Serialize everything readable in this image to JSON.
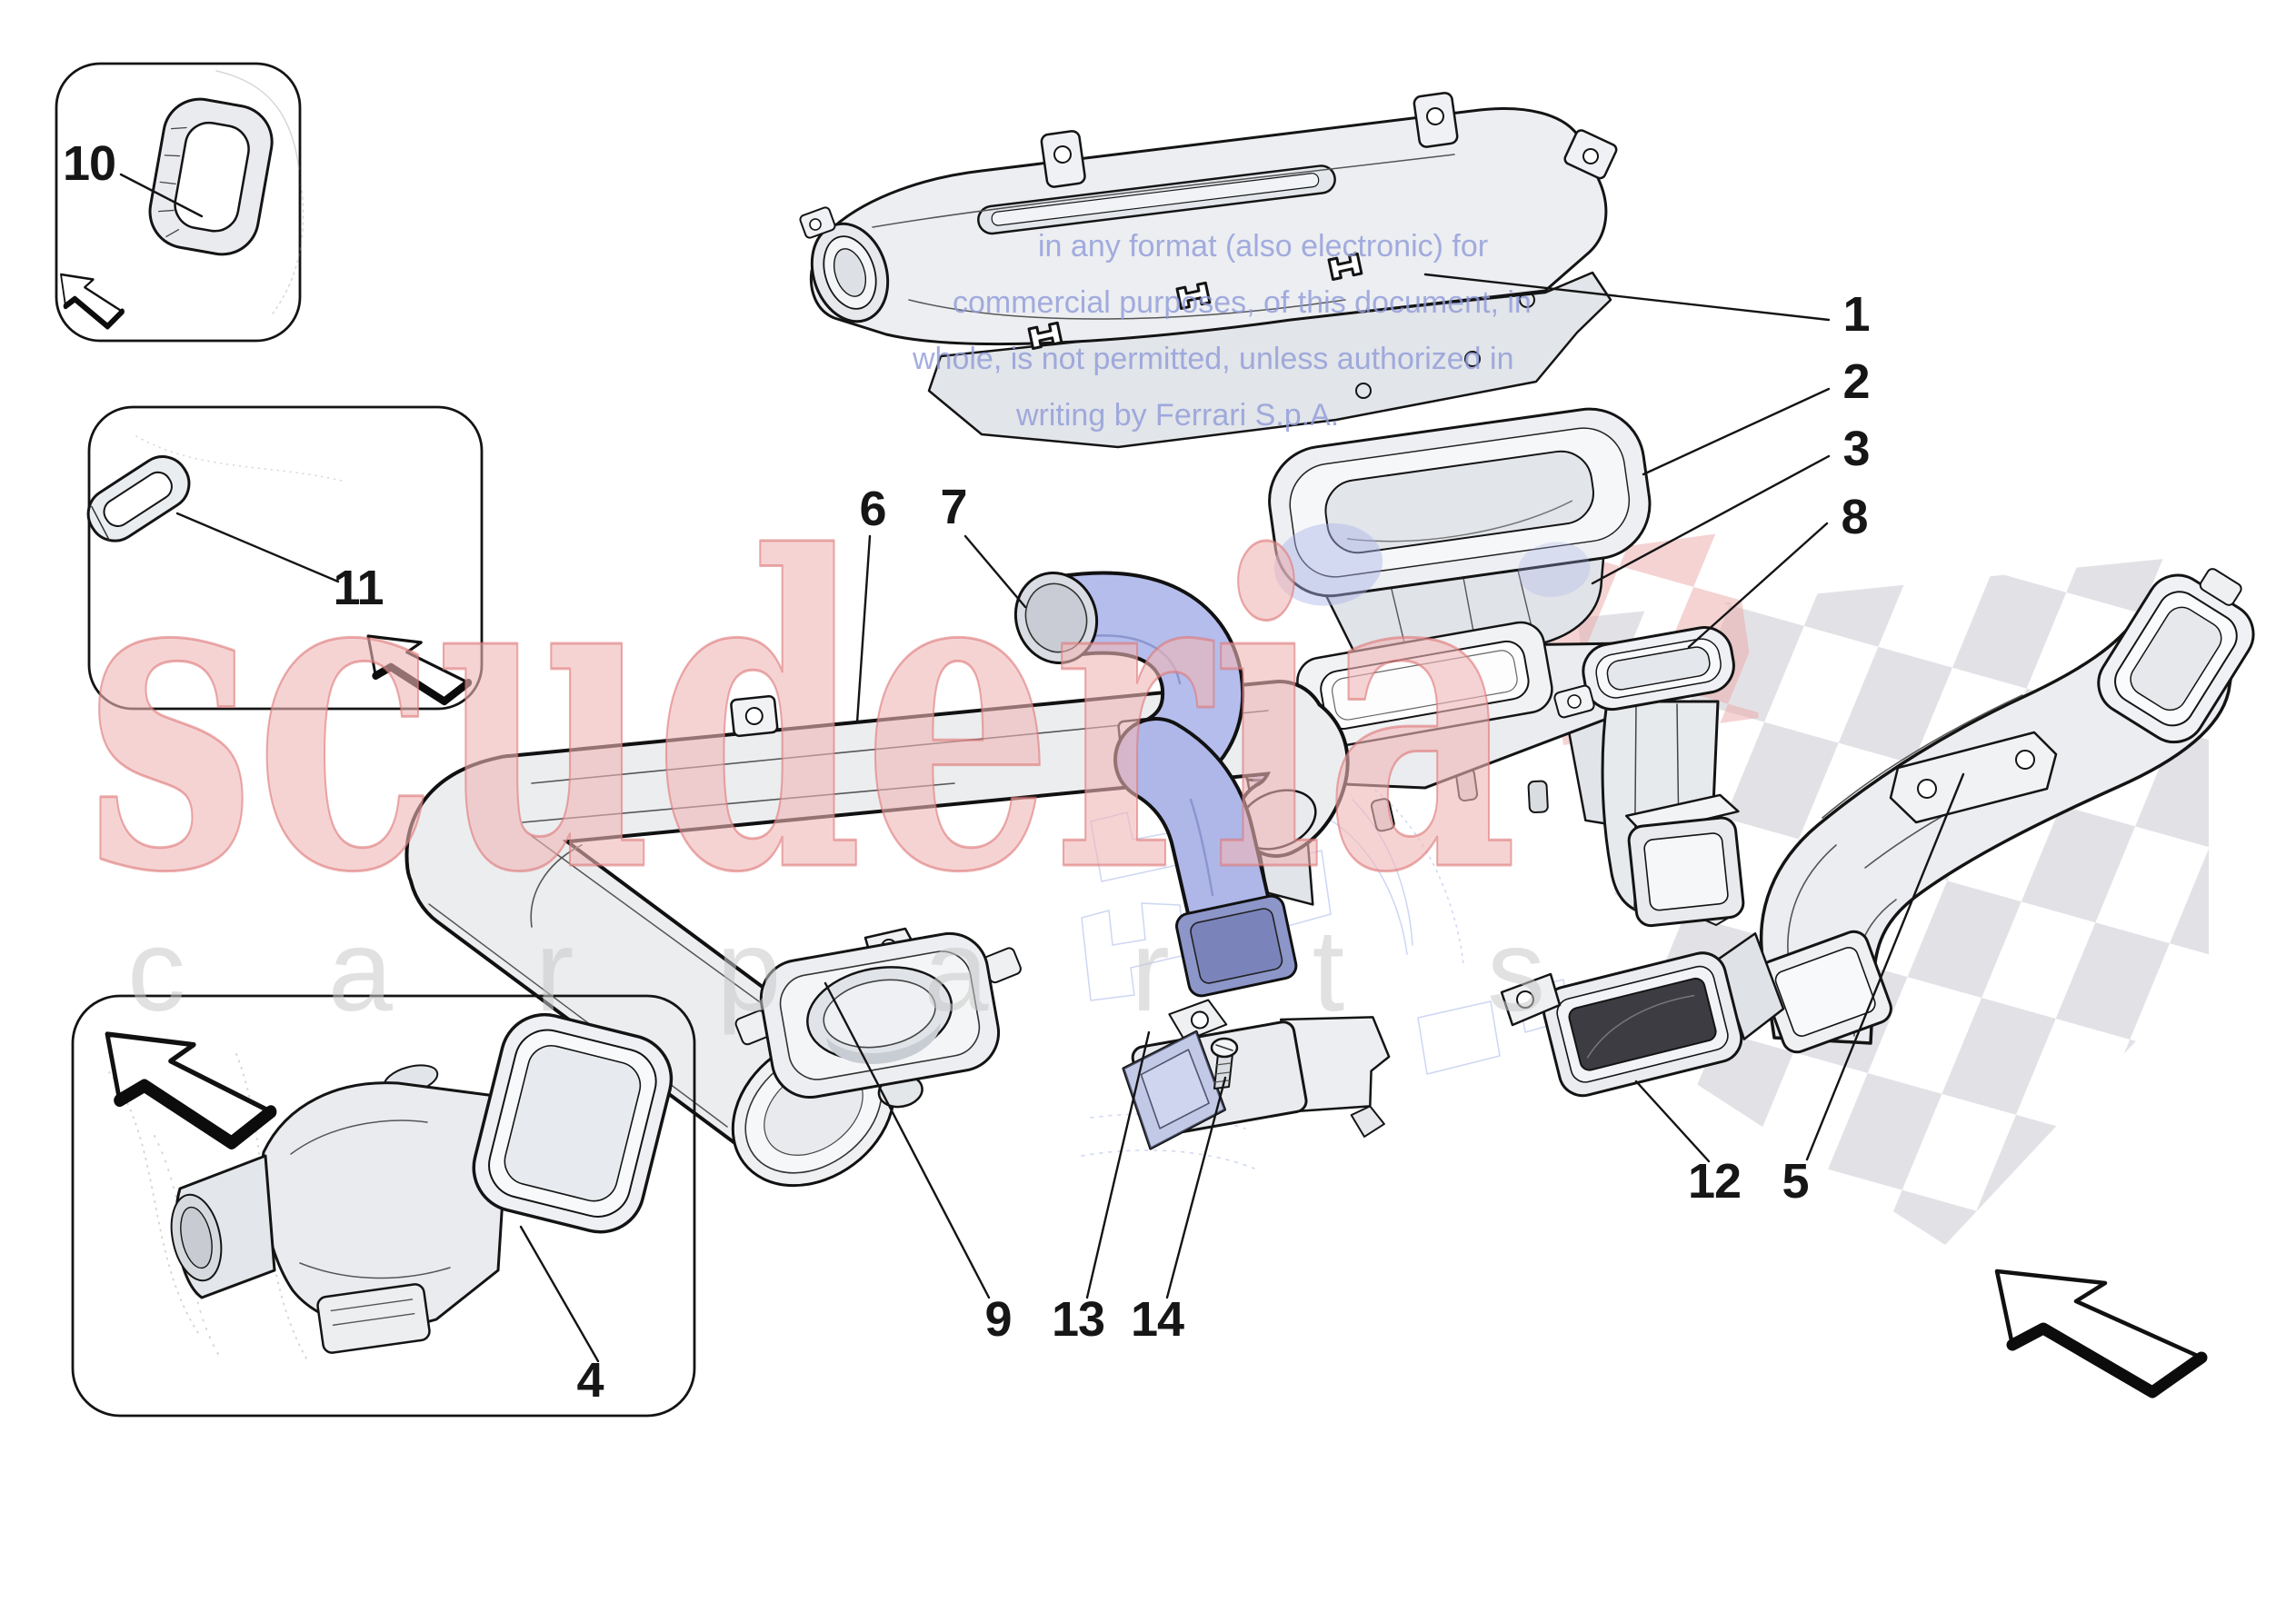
{
  "diagram": {
    "kind": "exploded-parts-diagram",
    "subject": "dashboard air ducts",
    "background": "#ffffff"
  },
  "callouts": [
    {
      "label": "1"
    },
    {
      "label": "2"
    },
    {
      "label": "3"
    },
    {
      "label": "4"
    },
    {
      "label": "5"
    },
    {
      "label": "6"
    },
    {
      "label": "7"
    },
    {
      "label": "8"
    },
    {
      "label": "9"
    },
    {
      "label": "10"
    },
    {
      "label": "11"
    },
    {
      "label": "12"
    },
    {
      "label": "13"
    },
    {
      "label": "14"
    }
  ],
  "watermarks": {
    "brand": "scuderia",
    "brand_sub": "c a r   p a r t s",
    "notice_line1": "in any format (also electronic) for",
    "notice_line2": "commercial purposes, of this document, in",
    "notice_line3": "whole, is not permitted, unless authorized in",
    "notice_line4": "writing by Ferrari S.p.A.",
    "brand_color": "#e07070",
    "brand_sub_color": "#c9c9c9",
    "notice_color": "#8e9ad8",
    "checker_gray": "#bfbfc7",
    "checker_red": "#eba6a6"
  },
  "palette": {
    "part_fill": "#ecedef",
    "part_fill_dark": "#dfe2e6",
    "outline": "#141414",
    "highlight_blue": "#b3bcec",
    "highlight_blue_dark": "#8d96c9"
  }
}
